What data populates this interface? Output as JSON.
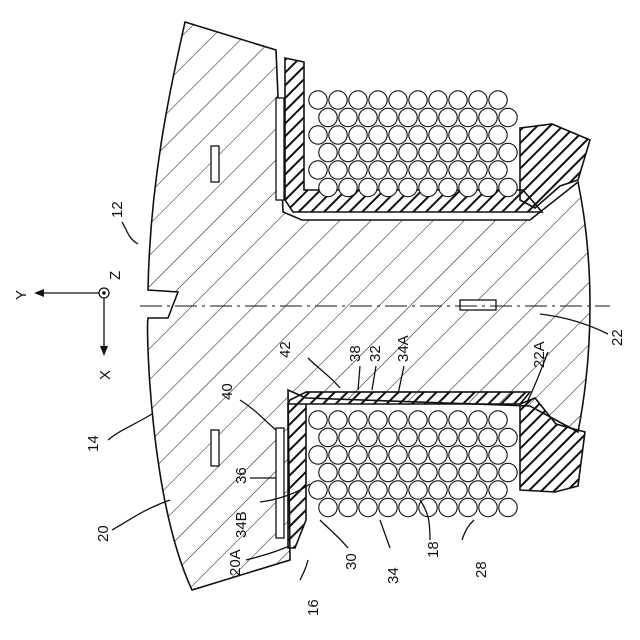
{
  "axes": {
    "x": "X",
    "y": "Y",
    "z": "Z"
  },
  "labels": {
    "l12": "12",
    "l14": "14",
    "l20": "20",
    "l20a": "20A",
    "l16": "16",
    "l40": "40",
    "l36": "36",
    "l34b": "34B",
    "l30": "30",
    "l34": "34",
    "l18": "18",
    "l28": "28",
    "l42": "42",
    "l38": "38",
    "l32": "32",
    "l34a": "34A",
    "l22a": "22A",
    "l22": "22"
  },
  "colors": {
    "ink": "#111111",
    "paper": "#ffffff"
  }
}
